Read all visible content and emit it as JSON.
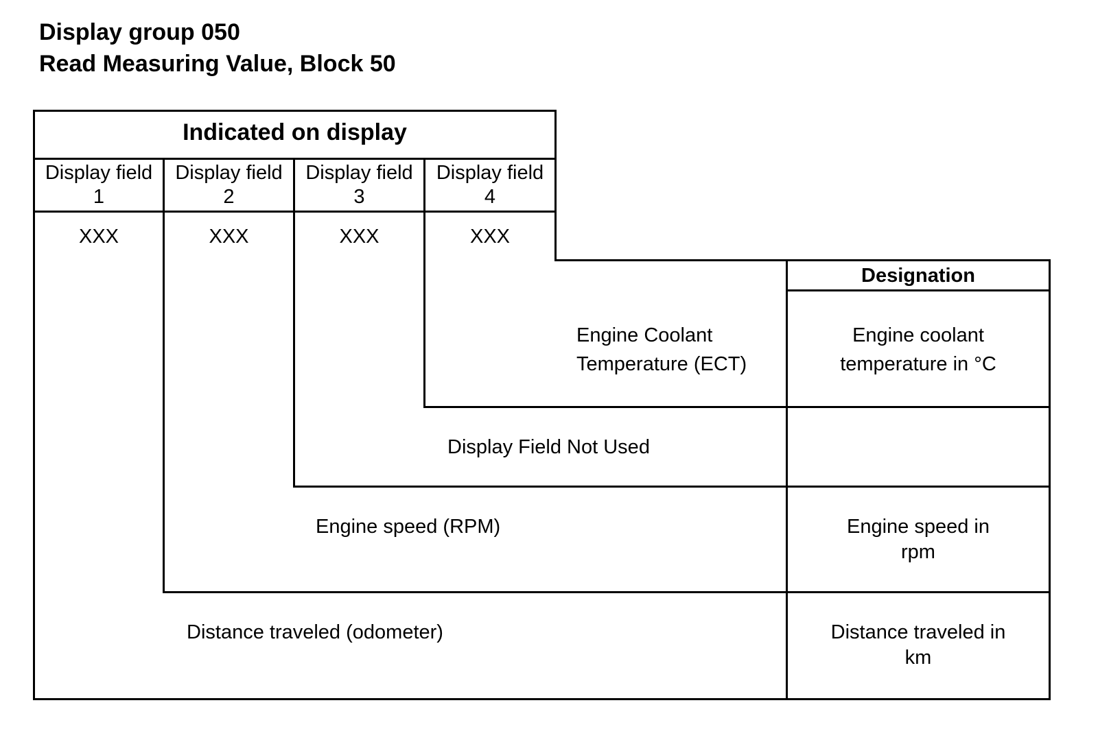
{
  "title": {
    "line1": "Display group 050",
    "line2": "Read Measuring Value, Block 50"
  },
  "indicated": {
    "header": "Indicated on display",
    "fields": [
      {
        "label_line1": "Display field",
        "label_line2": "1",
        "value": "XXX"
      },
      {
        "label_line1": "Display field",
        "label_line2": "2",
        "value": "XXX"
      },
      {
        "label_line1": "Display field",
        "label_line2": "3",
        "value": "XXX"
      },
      {
        "label_line1": "Display field",
        "label_line2": "4",
        "value": "XXX"
      }
    ]
  },
  "designation_header": "Designation",
  "rows": [
    {
      "name_line1": "Engine Coolant",
      "name_line2": "Temperature (ECT)",
      "designation_line1": "Engine coolant",
      "designation_line2": "temperature in °C"
    },
    {
      "name_line1": "Display Field Not Used",
      "name_line2": "",
      "designation_line1": "",
      "designation_line2": ""
    },
    {
      "name_line1": "Engine speed (RPM)",
      "name_line2": "",
      "designation_line1": "Engine speed in",
      "designation_line2": "rpm"
    },
    {
      "name_line1": "Distance traveled (odometer)",
      "name_line2": "",
      "designation_line1": "Distance traveled in",
      "designation_line2": "km"
    }
  ]
}
